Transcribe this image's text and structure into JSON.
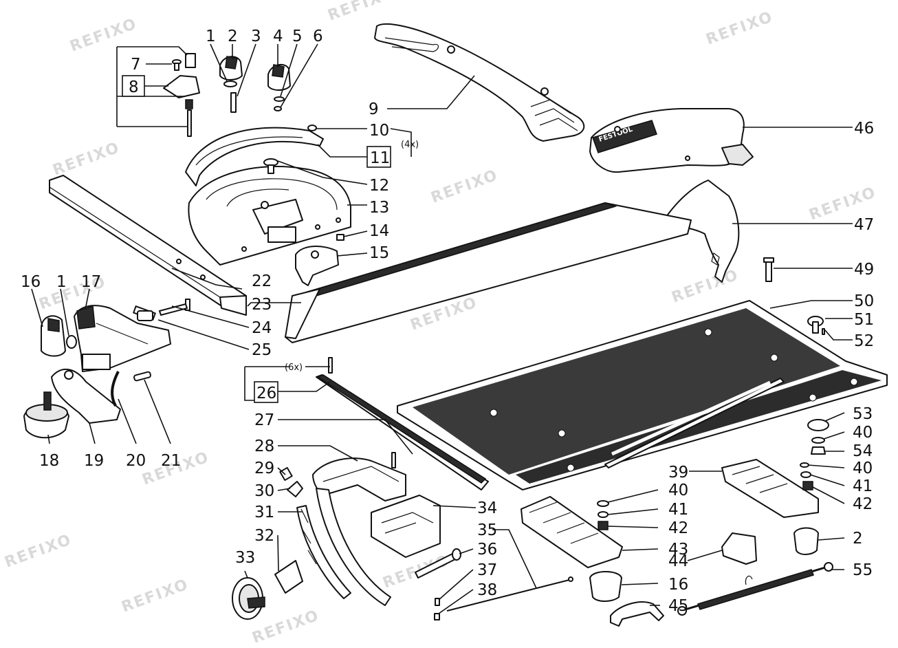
{
  "watermark": "REFIXO",
  "brand_label": "FESTOOL",
  "callouts": {
    "c1a": "1",
    "c2a": "2",
    "c3": "3",
    "c4": "4",
    "c5": "5",
    "c6": "6",
    "c7": "7",
    "c8": "8",
    "c9": "9",
    "c10": "10",
    "c11": "11",
    "c12": "12",
    "c13": "13",
    "c14": "14",
    "c15": "15",
    "c16a": "16",
    "c1b": "1",
    "c17": "17",
    "c18": "18",
    "c19": "19",
    "c20": "20",
    "c21": "21",
    "c22": "22",
    "c23": "23",
    "c24": "24",
    "c25": "25",
    "c26": "26",
    "c27": "27",
    "c28": "28",
    "c29": "29",
    "c30": "30",
    "c31": "31",
    "c32": "32",
    "c33": "33",
    "c34": "34",
    "c35": "35",
    "c36": "36",
    "c37": "37",
    "c38": "38",
    "c39": "39",
    "c40a": "40",
    "c40b": "40",
    "c40c": "40",
    "c41a": "41",
    "c41b": "41",
    "c42a": "42",
    "c42b": "42",
    "c43": "43",
    "c44": "44",
    "c45": "45",
    "c46": "46",
    "c47": "47",
    "c49": "49",
    "c50": "50",
    "c51": "51",
    "c52": "52",
    "c53": "53",
    "c54": "54",
    "c2b": "2",
    "c16b": "16",
    "c55": "55"
  },
  "qty_notes": {
    "q4x": "(4x)",
    "q6x": "(6x)"
  }
}
